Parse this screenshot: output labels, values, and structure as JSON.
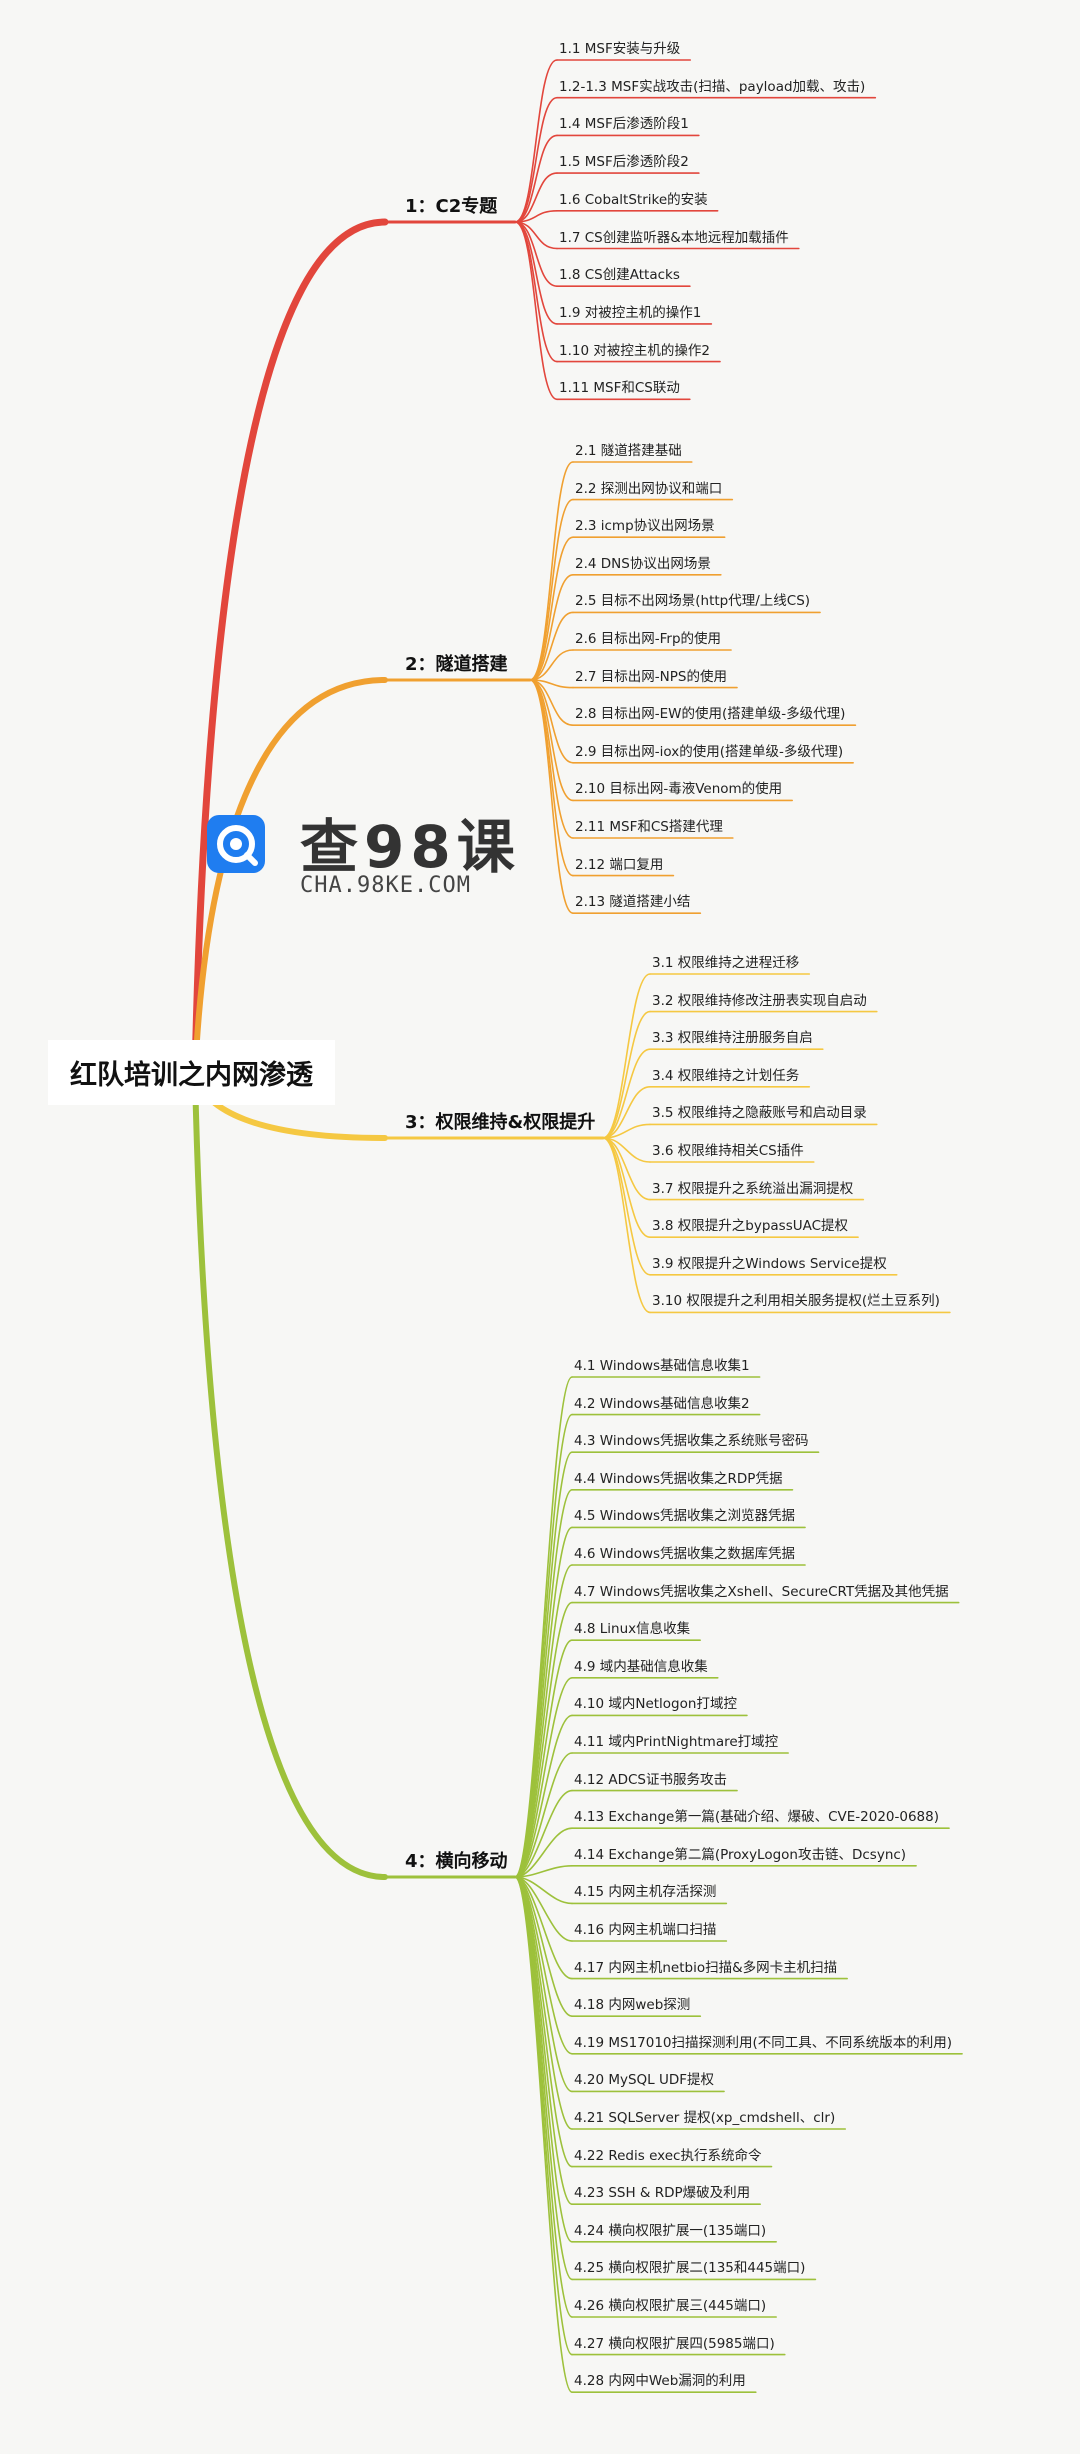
{
  "root": {
    "label": "红队培训之内网渗透"
  },
  "watermark": {
    "title": "查98课",
    "subtitle": "CHA.98KE.COM"
  },
  "branches": [
    {
      "label": "1：C2专题",
      "color": "#e2463c",
      "items": [
        "1.1 MSF安装与升级",
        "1.2-1.3 MSF实战攻击(扫描、payload加载、攻击)",
        "1.4 MSF后渗透阶段1",
        "1.5 MSF后渗透阶段2",
        "1.6 CobaltStrike的安装",
        "1.7 CS创建监听器&本地远程加载插件",
        "1.8 CS创建Attacks",
        "1.9 对被控主机的操作1",
        "1.10 对被控主机的操作2",
        "1.11 MSF和CS联动"
      ]
    },
    {
      "label": "2：隧道搭建",
      "color": "#f0a030",
      "items": [
        "2.1 隧道搭建基础",
        "2.2 探测出网协议和端口",
        "2.3 icmp协议出网场景",
        "2.4 DNS协议出网场景",
        "2.5 目标不出网场景(http代理/上线CS)",
        "2.6 目标出网-Frp的使用",
        "2.7 目标出网-NPS的使用",
        "2.8 目标出网-EW的使用(搭建单级-多级代理)",
        "2.9 目标出网-iox的使用(搭建单级-多级代理)",
        "2.10 目标出网-毒液Venom的使用",
        "2.11 MSF和CS搭建代理",
        "2.12 端口复用",
        "2.13 隧道搭建小结"
      ]
    },
    {
      "label": "3：权限维持&权限提升",
      "color": "#f5c842",
      "items": [
        "3.1 权限维持之进程迁移",
        "3.2 权限维持修改注册表实现自启动",
        "3.3 权限维持注册服务自启",
        "3.4 权限维持之计划任务",
        "3.5 权限维持之隐蔽账号和启动目录",
        "3.6 权限维持相关CS插件",
        "3.7 权限提升之系统溢出漏洞提权",
        "3.8 权限提升之bypassUAC提权",
        "3.9 权限提升之Windows Service提权",
        "3.10 权限提升之利用相关服务提权(烂土豆系列)"
      ]
    },
    {
      "label": "4：横向移动",
      "color": "#9dc13b",
      "items": [
        "4.1 Windows基础信息收集1",
        "4.2 Windows基础信息收集2",
        "4.3 Windows凭据收集之系统账号密码",
        "4.4 Windows凭据收集之RDP凭据",
        "4.5 Windows凭据收集之浏览器凭据",
        "4.6 Windows凭据收集之数据库凭据",
        "4.7 Windows凭据收集之Xshell、SecureCRT凭据及其他凭据",
        "4.8 Linux信息收集",
        "4.9 域内基础信息收集",
        "4.10 域内Netlogon打域控",
        "4.11 域内PrintNightmare打域控",
        "4.12 ADCS证书服务攻击",
        "4.13 Exchange第一篇(基础介绍、爆破、CVE-2020-0688)",
        "4.14 Exchange第二篇(ProxyLogon攻击链、Dcsync)",
        "4.15 内网主机存活探测",
        "4.16 内网主机端口扫描",
        "4.17 内网主机netbio扫描&多网卡主机扫描",
        "4.18 内网web探测",
        "4.19 MS17010扫描探测利用(不同工具、不同系统版本的利用)",
        "4.20 MySQL UDF提权",
        "4.21 SQLServer 提权(xp_cmdshell、clr)",
        "4.22 Redis exec执行系统命令",
        "4.23 SSH & RDP爆破及利用",
        "4.24 横向权限扩展一(135端口)",
        "4.25 横向权限扩展二(135和445端口)",
        "4.26 横向权限扩展三(445端口)",
        "4.27 横向权限扩展四(5985端口)",
        "4.28 内网中Web漏洞的利用"
      ]
    }
  ]
}
